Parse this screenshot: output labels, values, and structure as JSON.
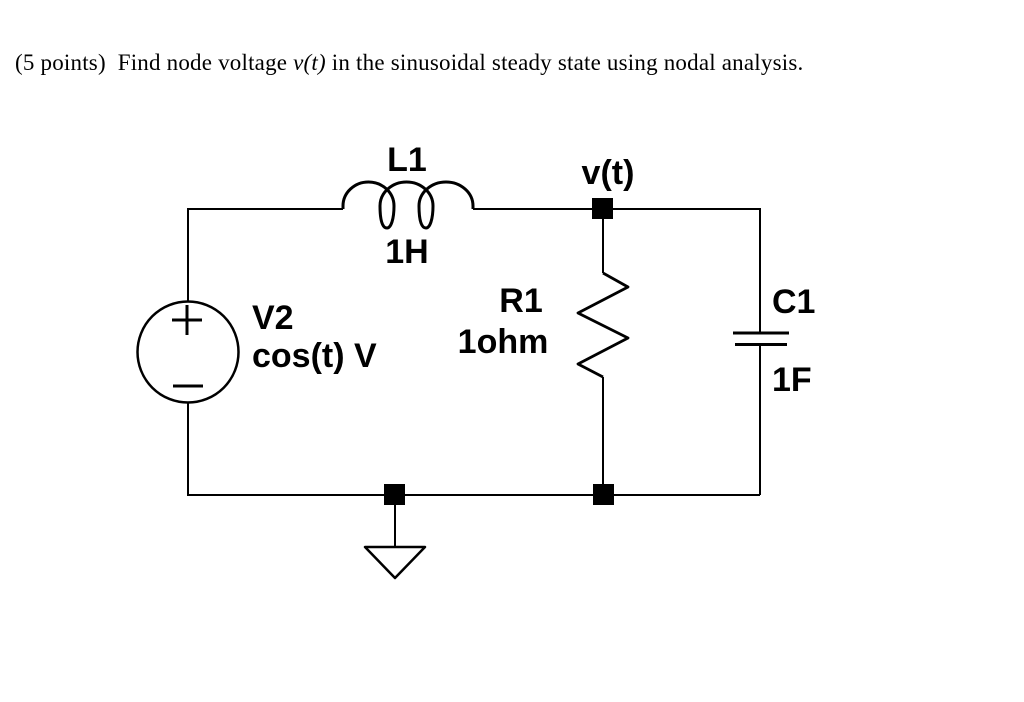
{
  "title": {
    "prefix": "(5 points)  Find node voltage ",
    "emphasis": "v(t)",
    "suffix": " in the sinusoidal steady state using nodal analysis."
  },
  "circuit": {
    "inductor": {
      "name": "L1",
      "value": "1H"
    },
    "node_label": "v(t)",
    "source": {
      "name": "V2",
      "value": "cos(t) V"
    },
    "resistor": {
      "name": "R1",
      "value": "1ohm"
    },
    "capacitor": {
      "name": "C1",
      "value": "1F"
    },
    "colors": {
      "ink": "#000000",
      "background": "#ffffff"
    }
  }
}
